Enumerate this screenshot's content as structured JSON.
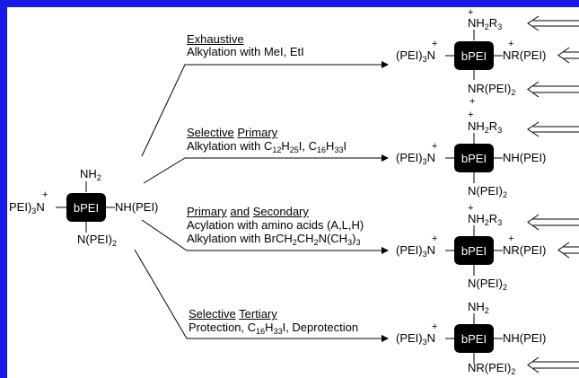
{
  "colors": {
    "frame": "#1a1ae6",
    "box": "#000000",
    "line": "#000000"
  },
  "core_label": "bPEI",
  "reactant": {
    "top": "NH2",
    "left": "PEI)3N",
    "left_charge": "+",
    "right": "NH(PEI)",
    "bottom": "N(PEI)2"
  },
  "pathways": [
    {
      "title": "Exhaustive",
      "lines": [
        "Alkylation with MeI, EtI"
      ],
      "product": {
        "top": "NH2R3",
        "top_charge": "+",
        "left": "(PEI)3N",
        "left_charge": "+",
        "right": "NR(PEI)",
        "right_charge": "+",
        "bottom": "NR(PEI)2",
        "bottom_charge": "+"
      }
    },
    {
      "title_words": [
        "Selective",
        "Primary"
      ],
      "lines": [
        "Alkylation with C12H25I, C16H33I"
      ],
      "product": {
        "top": "NH2R3",
        "top_charge": "+",
        "left": "(PEI)3N",
        "left_charge": "+",
        "right": "NH(PEI)",
        "bottom": "N(PEI)2"
      }
    },
    {
      "title_words": [
        "Primary",
        "and",
        "Secondary"
      ],
      "lines": [
        "Acylation with amino acids (A,L,H)",
        "Alkylation with BrCH2CH2N(CH3)3"
      ],
      "product": {
        "top": "NH2R3",
        "top_charge": "+",
        "left": "(PEI)3N",
        "left_charge": "+",
        "right": "NR(PEI)",
        "right_charge": "+",
        "bottom": "N(PEI)2"
      }
    },
    {
      "title_words": [
        "Selective",
        "Tertiary"
      ],
      "lines": [
        "Protection, C16H33I, Deprotection"
      ],
      "product": {
        "top": "NH2",
        "left": "(PEI)3N",
        "left_charge": "+",
        "right": "NH(PEI)",
        "bottom": "NR(PEI)2"
      }
    }
  ]
}
